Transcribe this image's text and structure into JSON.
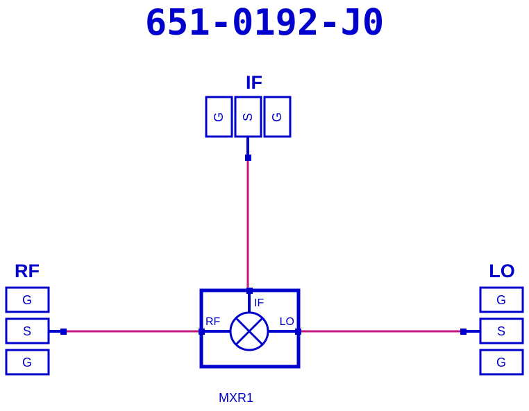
{
  "schematic": {
    "title": "651-0192-J0",
    "reference_designator": "MXR1",
    "colors": {
      "symbol": "#0000CC",
      "trace": "#C2187F",
      "background": "#FFFFFF"
    },
    "ports": [
      {
        "name": "IF",
        "heading": "IF",
        "orientation": "vertical",
        "pads": [
          "G",
          "S",
          "G"
        ]
      },
      {
        "name": "RF",
        "heading": "RF",
        "orientation": "horizontal",
        "pads": [
          "G",
          "S",
          "G"
        ]
      },
      {
        "name": "LO",
        "heading": "LO",
        "orientation": "horizontal",
        "pads": [
          "G",
          "S",
          "G"
        ]
      }
    ],
    "mixer": {
      "label": "MXR1",
      "symbol": "mixer-circle-x",
      "port_labels": {
        "top": "IF",
        "left": "RF",
        "right": "LO"
      }
    },
    "nets": [
      {
        "from": "IF.S",
        "to": "MXR1.IF"
      },
      {
        "from": "RF.S",
        "to": "MXR1.RF"
      },
      {
        "from": "LO.S",
        "to": "MXR1.LO"
      }
    ]
  }
}
